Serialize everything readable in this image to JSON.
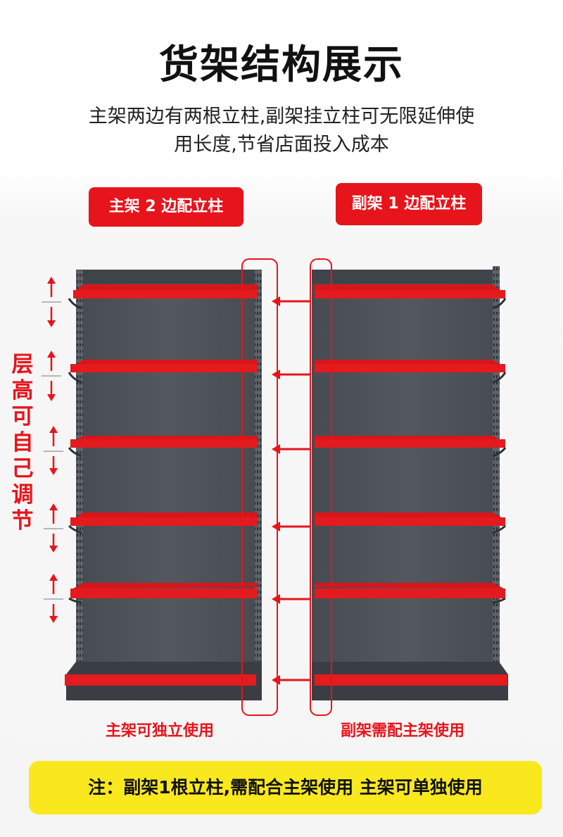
{
  "title": "货架结构展示",
  "subtitle_line1": "主架两边有两根立柱,副架挂立柱可无限延伸使",
  "subtitle_line2": "用长度,节省店面投入成本",
  "badges": {
    "main": "主架 2 边配立柱",
    "sub": "副架 1 边配立柱"
  },
  "side_label": [
    "层",
    "高",
    "可",
    "自",
    "己",
    "调",
    "节"
  ],
  "captions": {
    "main": "主架可独立使用",
    "sub": "副架需配主架使用"
  },
  "note": "注：副架1根立柱,需配合主架使用 主架可单独使用",
  "colors": {
    "accent_red": "#e8141b",
    "shelf_red": "#e31b1f",
    "panel_gray": "#4e535a",
    "post_gray": "#6b7078",
    "note_yellow": "#f9e81e"
  }
}
